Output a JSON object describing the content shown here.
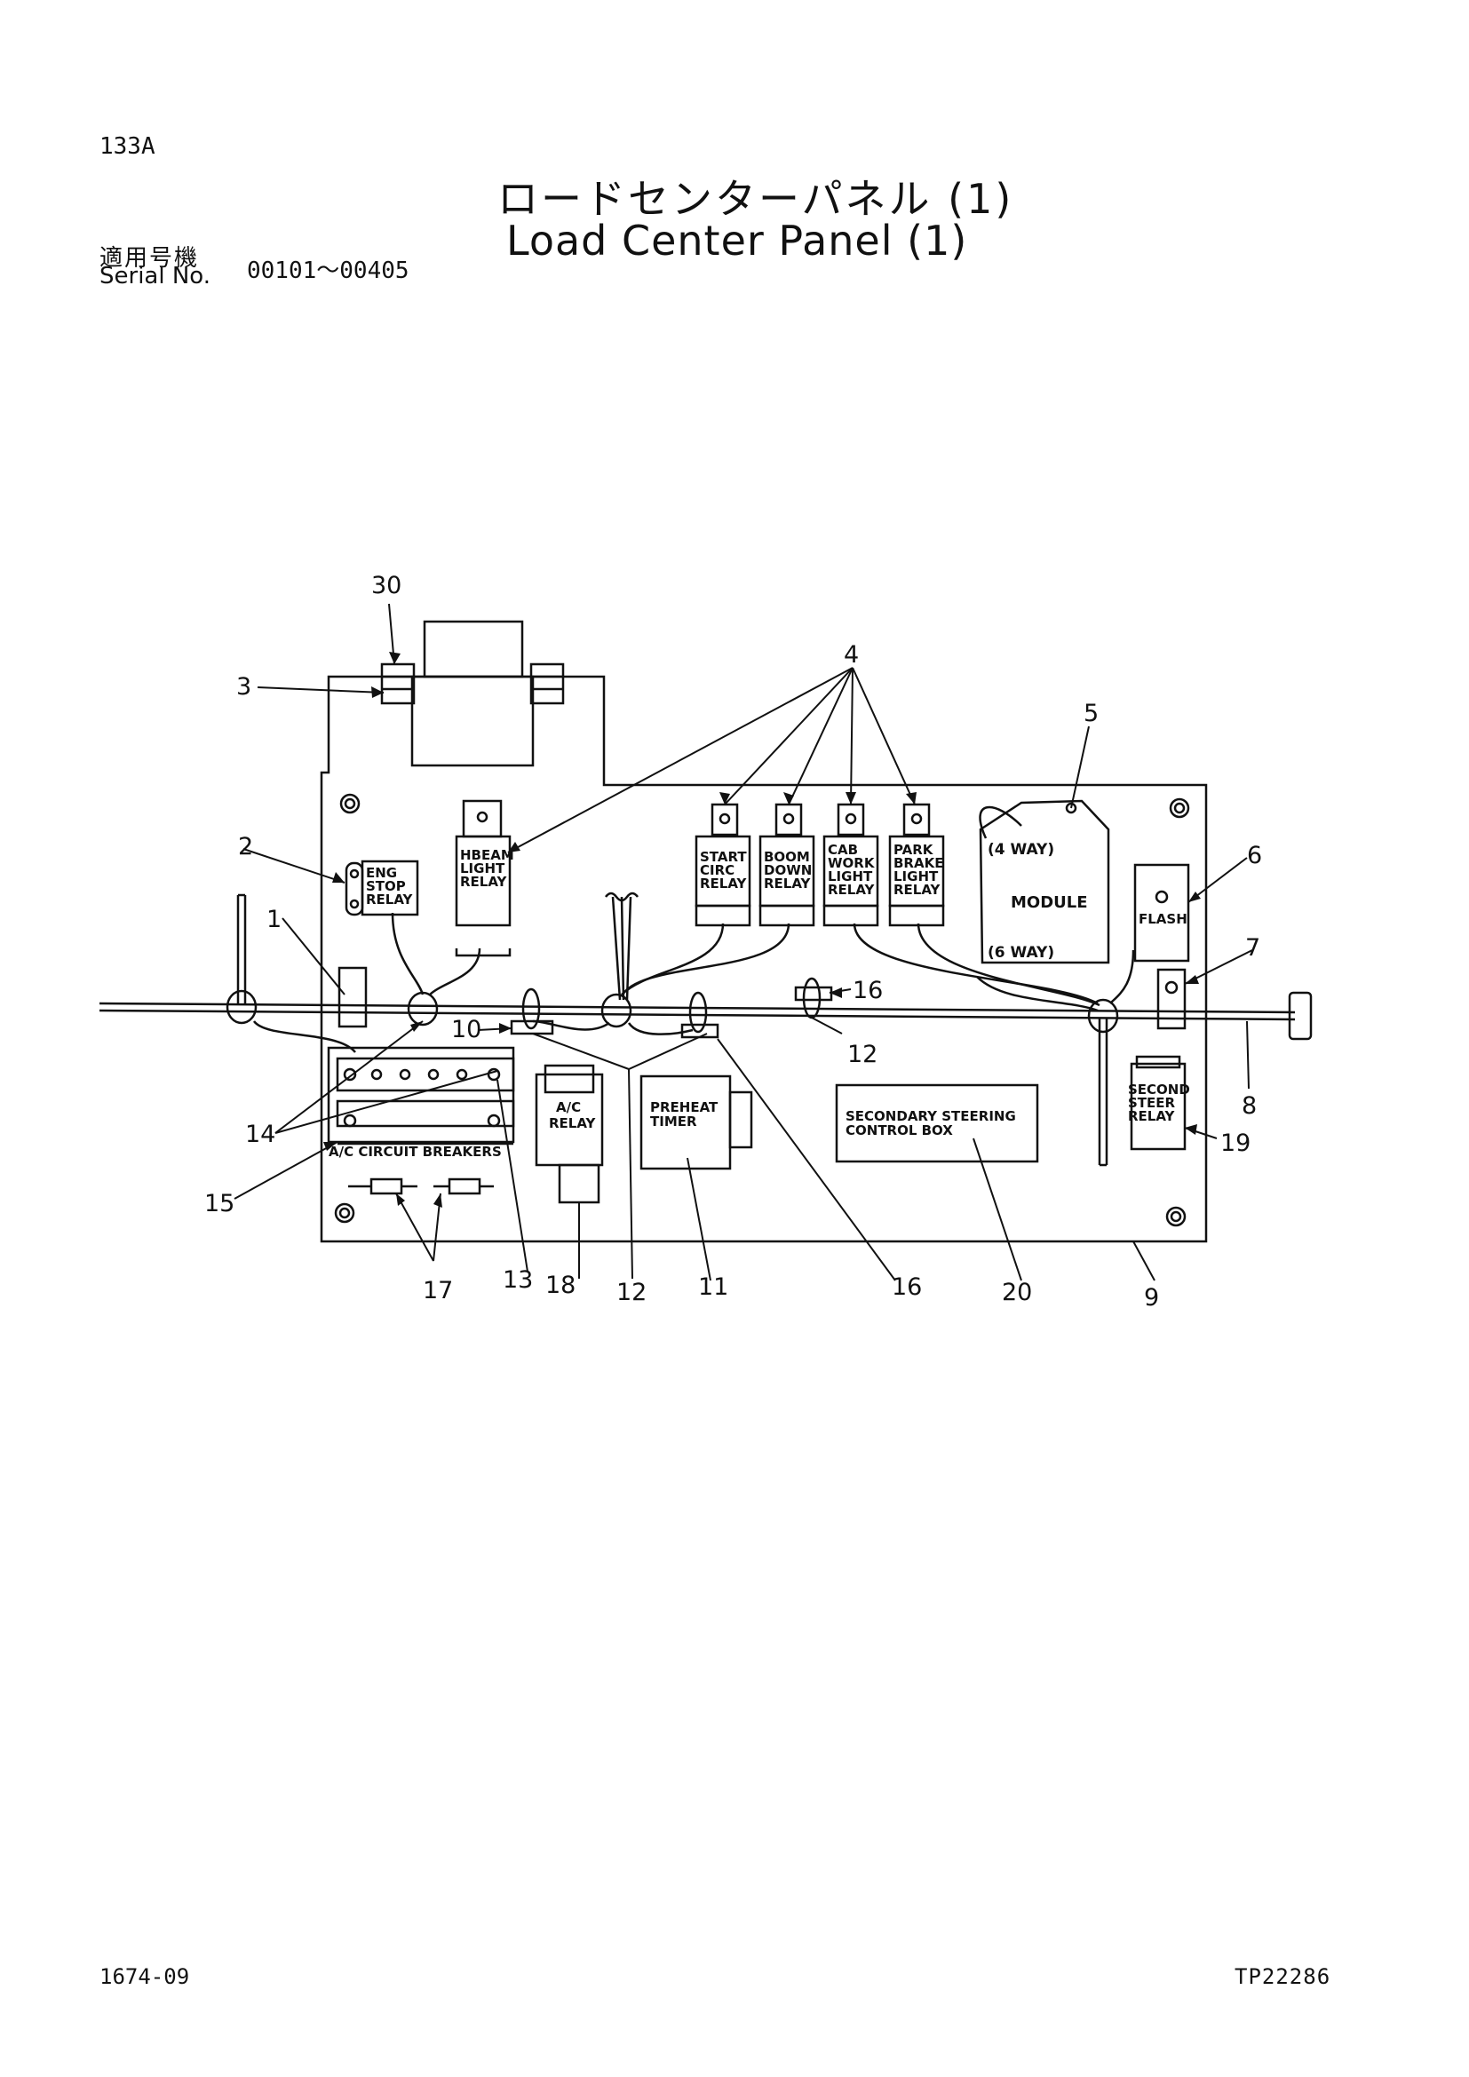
{
  "header": {
    "page_number": "133A",
    "title_jp": "ロードセンターパネル (1)",
    "title_en": "Load Center Panel (1)",
    "serial_label_jp": "適用号機",
    "serial_label_en": "Serial No.",
    "serial_range": "00101～00405"
  },
  "components": {
    "eng_stop_relay": [
      "ENG",
      "STOP",
      "RELAY"
    ],
    "hbeam_light_relay": [
      "HBEAM",
      "LIGHT",
      "RELAY"
    ],
    "start_circ_relay": [
      "START",
      "CIRC",
      "RELAY"
    ],
    "boom_down_relay": [
      "BOOM",
      "DOWN",
      "RELAY"
    ],
    "cab_work_light_relay": [
      "CAB",
      "WORK",
      "LIGHT",
      "RELAY"
    ],
    "park_brake_light_relay": [
      "PARK",
      "BRAKE",
      "LIGHT",
      "RELAY"
    ],
    "module_4way": "(4 WAY)",
    "module": "MODULE",
    "module_6way": "(6 WAY)",
    "flash": "FLASH",
    "ac_relay": [
      "A/C",
      "RELAY"
    ],
    "preheat_timer": [
      "PREHEAT",
      "TIMER"
    ],
    "secondary_steering": [
      "SECONDARY STEERING",
      "CONTROL BOX"
    ],
    "second_steer_relay": [
      "SECOND",
      "STEER",
      "RELAY"
    ],
    "ac_circuit_breakers": "A/C CIRCUIT BREAKERS"
  },
  "callouts": {
    "n1": "1",
    "n2": "2",
    "n3": "3",
    "n4": "4",
    "n5": "5",
    "n6": "6",
    "n7": "7",
    "n8": "8",
    "n9": "9",
    "n10": "10",
    "n11": "11",
    "n12a": "12",
    "n12b": "12",
    "n13": "13",
    "n14": "14",
    "n15": "15",
    "n16a": "16",
    "n16b": "16",
    "n17": "17",
    "n18": "18",
    "n19": "19",
    "n20": "20",
    "n30": "30"
  },
  "footer": {
    "doc_code": "1674-09",
    "tp_code": "TP22286"
  }
}
